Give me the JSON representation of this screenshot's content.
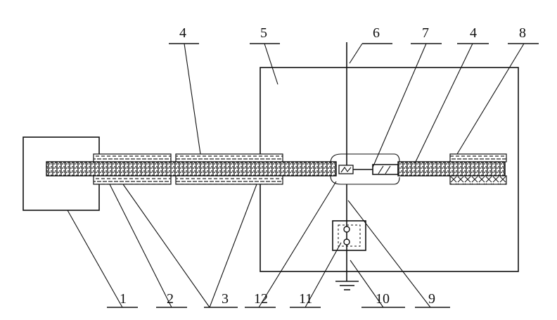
{
  "labels": {
    "top": [
      "4",
      "5",
      "6",
      "7",
      "4",
      "8"
    ],
    "bottom": [
      "1",
      "2",
      "3",
      "12",
      "11",
      "10",
      "9"
    ]
  }
}
